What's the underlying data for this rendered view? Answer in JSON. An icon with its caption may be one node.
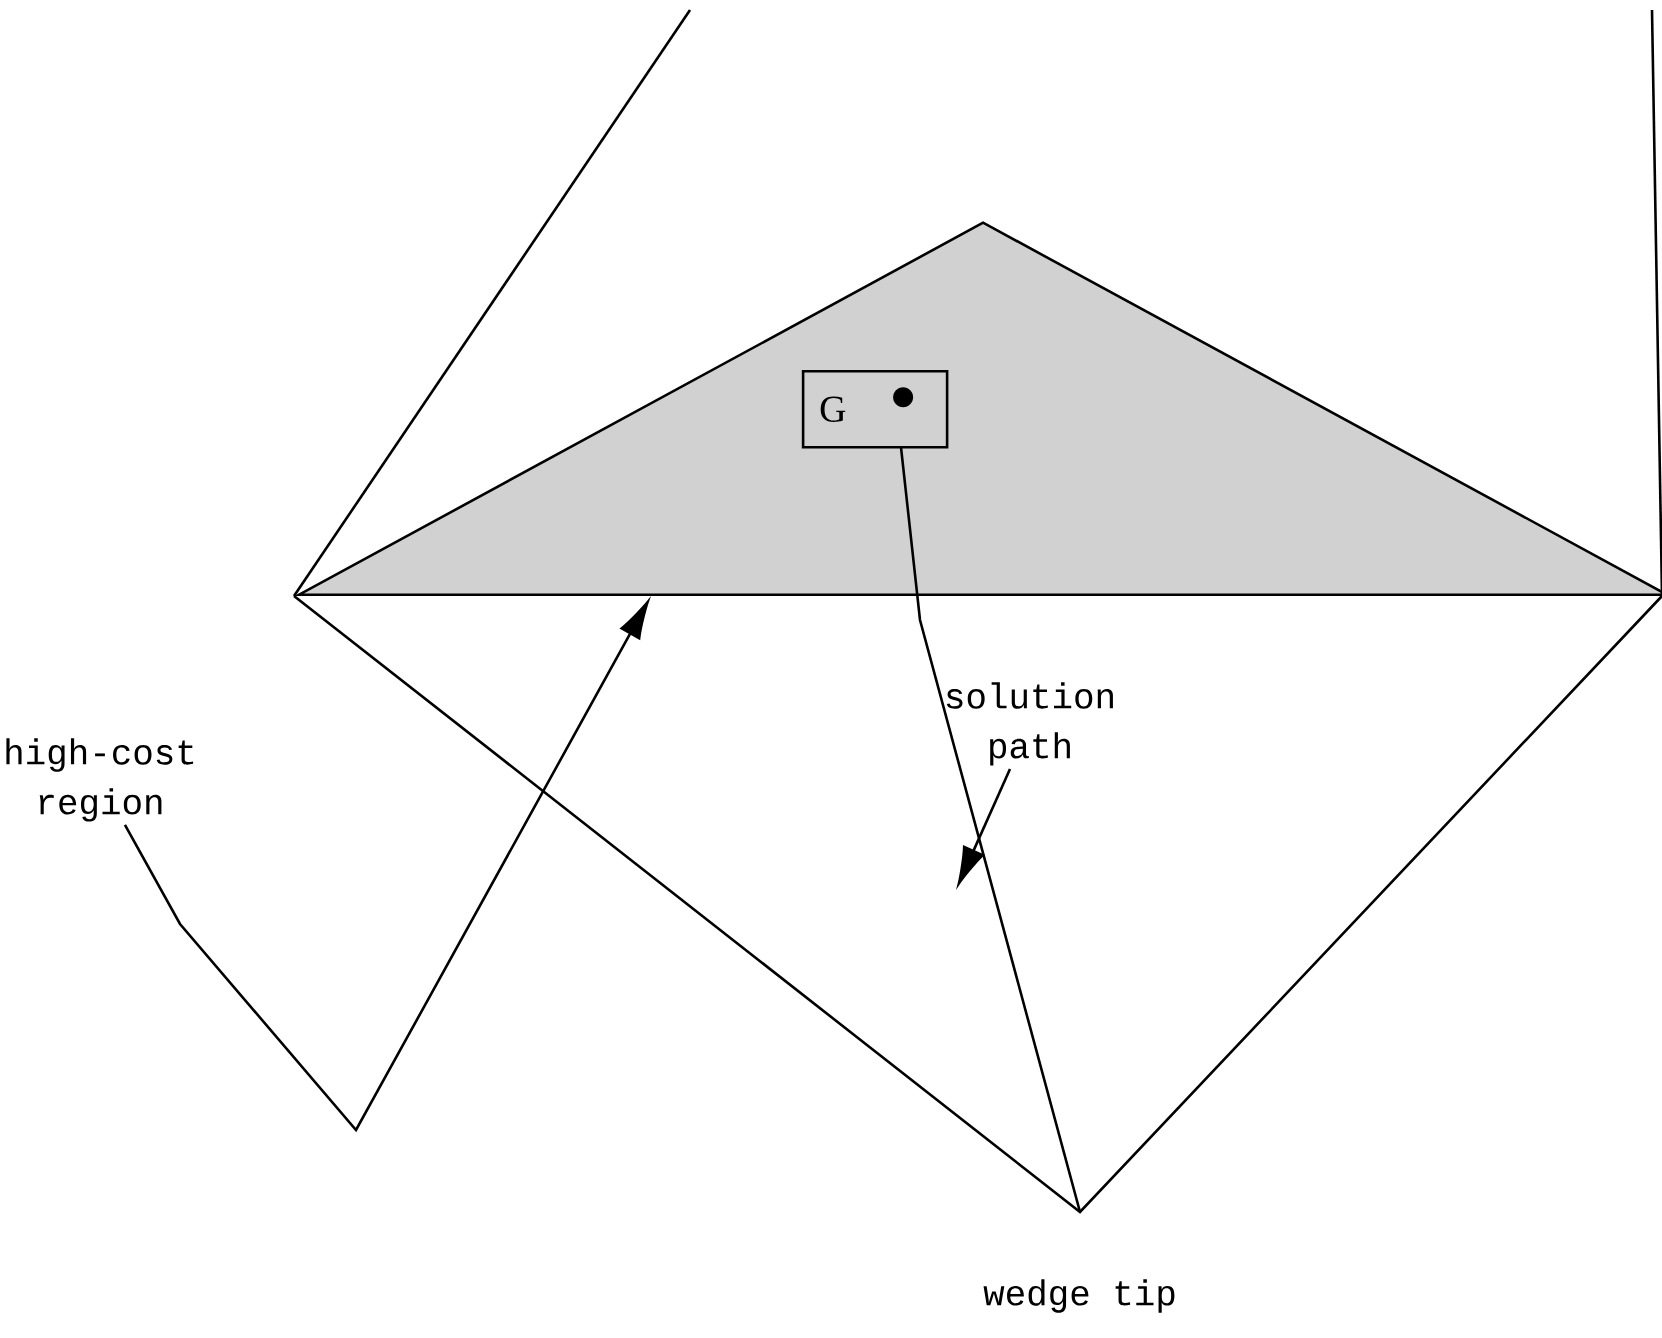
{
  "diagram": {
    "nodes": [
      {
        "text": [
          "G"
        ],
        "in": 1
      },
      {
        "text": [],
        "shape": "triangle"
      },
      {
        "text": [
          "high-cost region"
        ]
      },
      {
        "text": [
          "solution path"
        ]
      }
    ],
    "edges": [
      {
        "from": 2,
        "to": 1,
        "arrow": "to"
      },
      {
        "from": 3,
        "to": null,
        "arrow": "to"
      }
    ],
    "labels": [
      "wedge tip"
    ]
  }
}
